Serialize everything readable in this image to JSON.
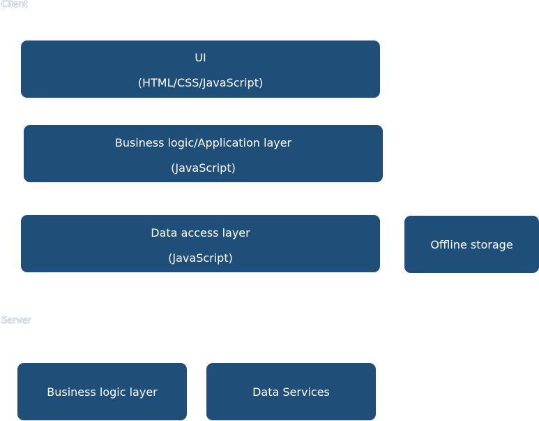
{
  "client": {
    "label": "Client",
    "ui": {
      "line1": "UI",
      "line2": "(HTML/CSS/JavaScript)"
    },
    "business": {
      "line1": "Business logic/Application layer",
      "line2": "(JavaScript)"
    },
    "data_access": {
      "line1": "Data access layer",
      "line2": "(JavaScript)"
    },
    "offline_storage": "Offline storage"
  },
  "server": {
    "label": "Server",
    "business_logic": "Business logic layer",
    "data_services": "Data Services"
  },
  "colors": {
    "box_fill": "#1f4e79",
    "box_text": "#ffffff",
    "label_outline": "#4a6f99"
  }
}
